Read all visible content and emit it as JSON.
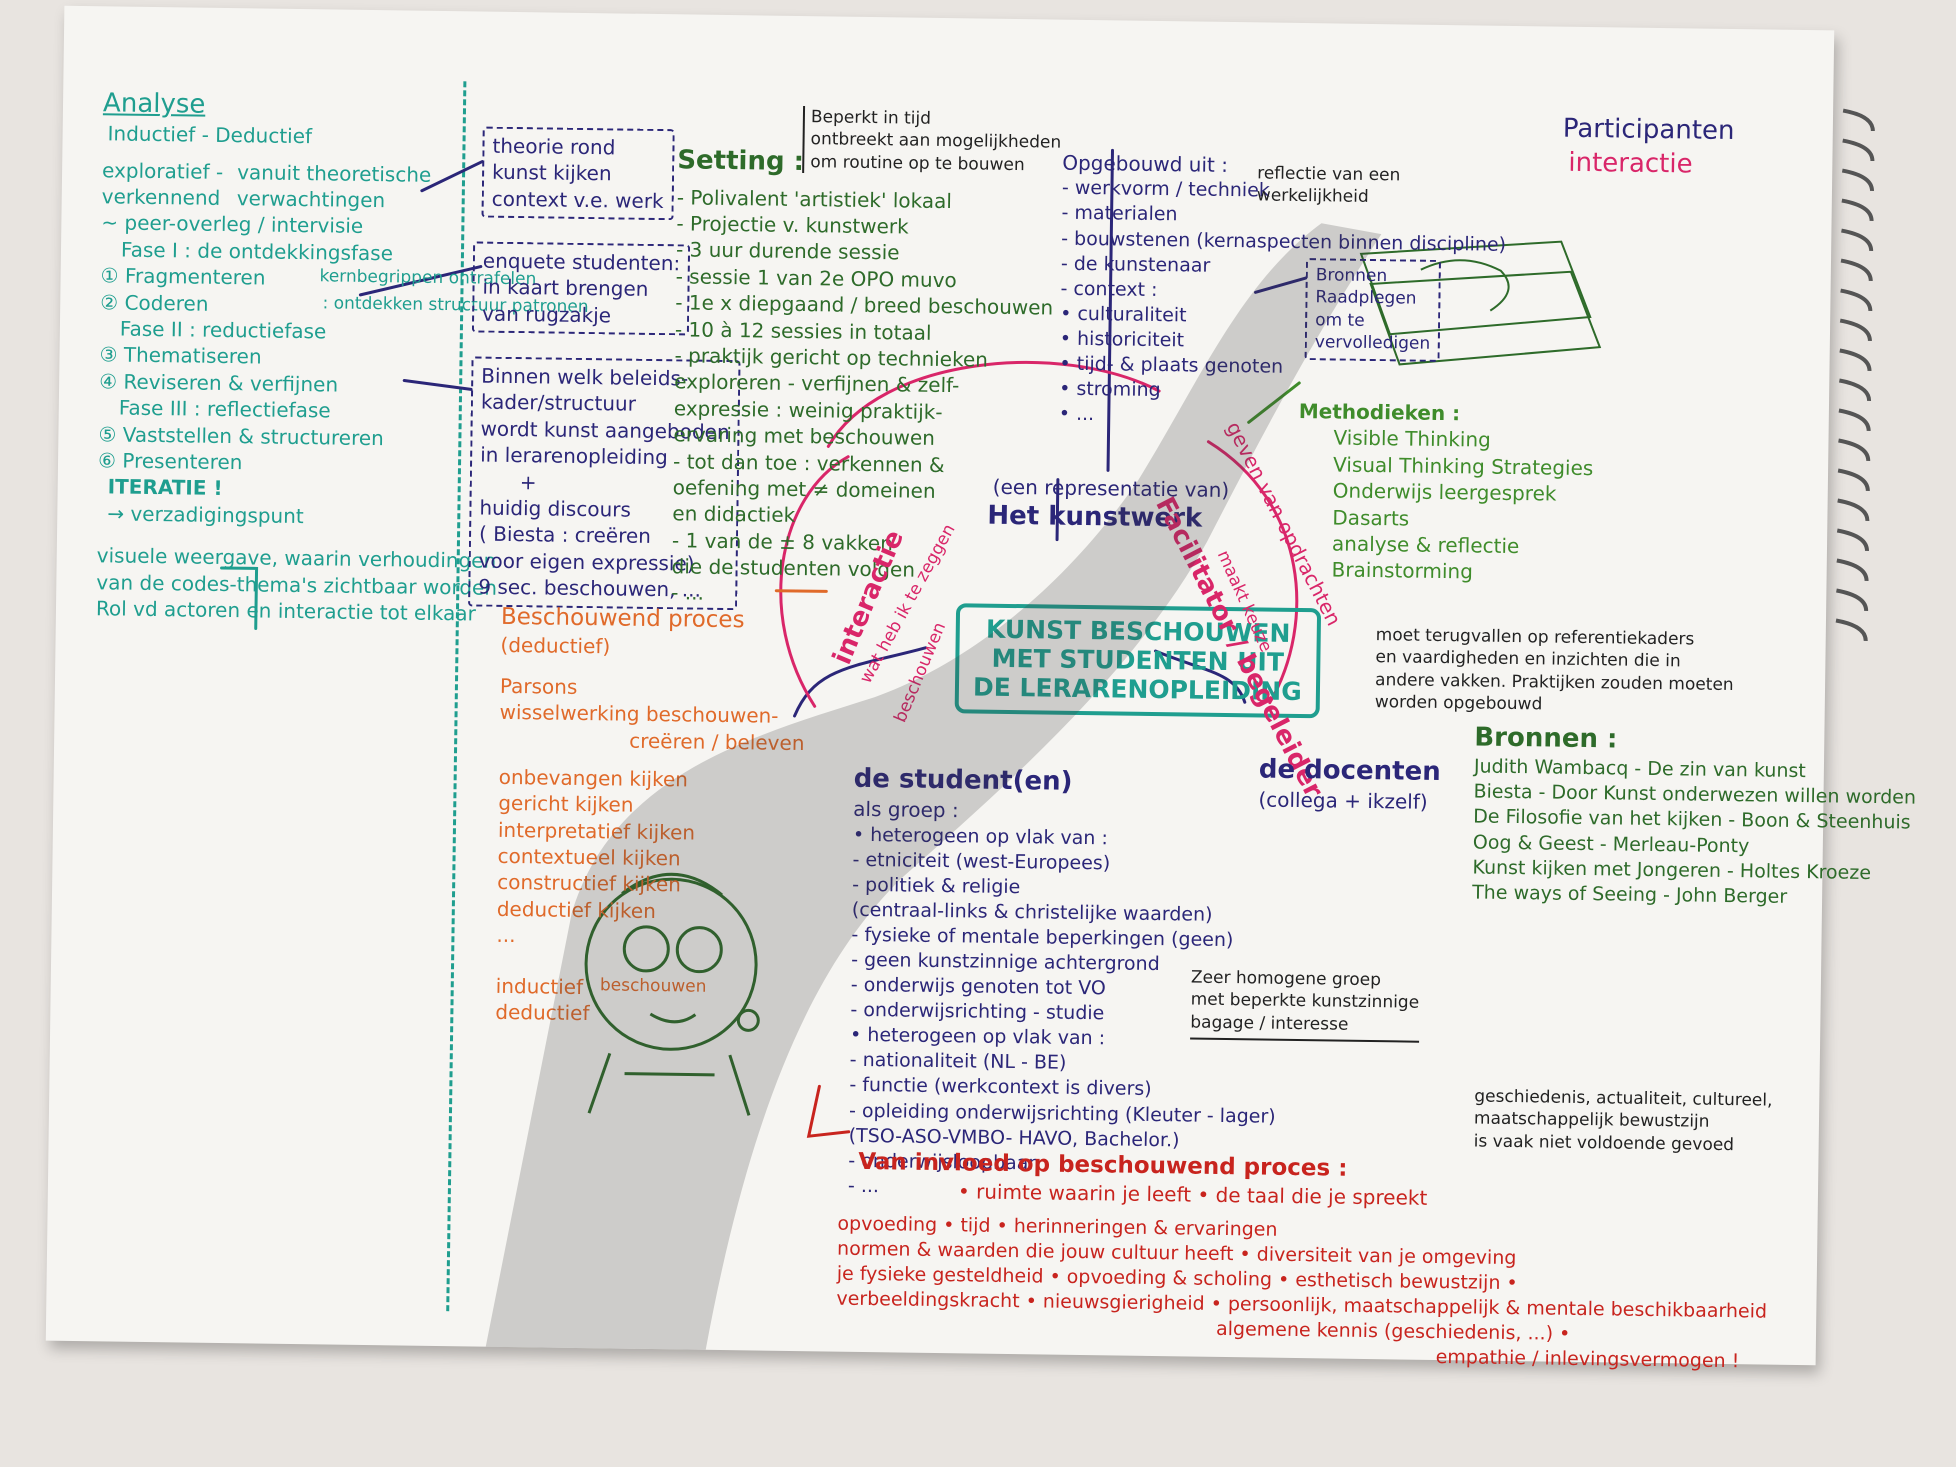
{
  "analyse": {
    "title": "Analyse",
    "row1": "Inductief  -  Deductief",
    "row2a": "exploratief -",
    "row2b": "verkennend",
    "row2c": "vanuit theoretische",
    "row2d": "verwachtingen",
    "peer": "~ peer-overleg / intervisie",
    "fase1": "Fase I : de ontdekkingsfase",
    "step1": "① Fragmenteren",
    "step1note": "kernbegrippen ontrafelen",
    "step2": "② Coderen",
    "step2note": ": ontdekken structuur patronen",
    "fase2": "Fase II : reductiefase",
    "step3": "③ Thematiseren",
    "step4": "④ Reviseren & verfijnen",
    "fase3": "Fase III : reflectiefase",
    "step5": "⑤ Vaststellen & structureren",
    "step6": "⑥ Presenteren",
    "iteratie": "ITERATIE !",
    "verzadiging": "→ verzadigingspunt",
    "visueel1": "visuele weergave, waarin verhoudingen",
    "visueel2": "van de codes-thema's zichtbaar worden",
    "visueel3": "Rol vd actoren en interactie tot elkaar"
  },
  "midleft": {
    "box1a": "theorie rond",
    "box1b": "kunst kijken",
    "box1c": "context v.e. werk",
    "box2a": "enquete studenten:",
    "box2b": "in kaart brengen",
    "box2c": "van rugzakje",
    "box3a": "Binnen welk beleids-",
    "box3b": "kader/structuur",
    "box3c": "wordt kunst aangeboden",
    "box3d": "in lerarenopleiding",
    "plus": "+",
    "box3e": "huidig discours",
    "box3f": "( Biesta : creëren",
    "box3g": "voor eigen expressie)",
    "box3h": "9 sec. beschouwen, ..."
  },
  "setting": {
    "title": "Setting :",
    "note1": "Beperkt in tijd",
    "note2": "ontbreekt aan mogelijkheden",
    "note3": "om routine op te bouwen",
    "items": [
      "- Polivalent 'artistiek' lokaal",
      "- Projectie v. kunstwerk",
      "- 3 uur durende sessie",
      "- sessie 1 van 2e OPO muvo",
      "- 1e x diepgaand / breed beschouwen",
      "- 10 à 12 sessies in totaal",
      "- praktijk gericht op technieken",
      "  exploreren - verfijnen & zelf-",
      "  expressie : weinig praktijk-",
      "  ervaring met beschouwen",
      "- tot dan toe : verkennen &",
      "  oefening met ≠ domeinen",
      "  en didactiek",
      "- 1 van de ± 8 vakken",
      "  die de studenten volgen",
      "- ..."
    ]
  },
  "opgebouwd": {
    "title": "Opgebouwd uit :",
    "reflectie1": "reflectie van een",
    "reflectie2": "werkelijkheid",
    "items": [
      "- werkvorm / techniek",
      "- materialen",
      "- bouwstenen (kernaspecten binnen discipline)",
      "- de kunstenaar",
      "- context :",
      "  • culturaliteit",
      "  • historiciteit",
      "  • tijd- & plaats genoten",
      "  • stroming",
      "  • ..."
    ],
    "bronnen1": "Bronnen",
    "bronnen2": "Raadplegen",
    "bronnen3": "om te",
    "bronnen4": "vervolledigen"
  },
  "participanten": {
    "line1": "Participanten",
    "line2": "interactie"
  },
  "methodieken": {
    "title": "Methodieken :",
    "items": [
      "Visible Thinking",
      "Visual Thinking Strategies",
      "Onderwijs leergesprek",
      "Dasarts",
      "analyse & reflectie",
      "Brainstorming"
    ]
  },
  "terugvallen": {
    "l1": "moet terugvallen op referentiekaders",
    "l2": "en vaardigheden en inzichten die in",
    "l3": "andere vakken. Praktijken zouden moeten",
    "l4": "worden opgebouwd"
  },
  "bronnen": {
    "title": "Bronnen :",
    "items": [
      "Judith Wambacq - De zin van kunst",
      "Biesta - Door Kunst onderwezen willen worden",
      "De Filosofie van het kijken - Boon & Steenhuis",
      "Oog & Geest - Merleau-Ponty",
      "Kunst kijken met Jongeren - Holtes Kroeze",
      "The ways of Seeing - John Berger"
    ]
  },
  "center": {
    "l1": "KUNST BESCHOUWEN",
    "l2": "MET STUDENTEN UIT",
    "l3": "DE LERARENOPLEIDING",
    "repr": "(een representatie van)",
    "kunstwerk": "Het kunstwerk",
    "facilitator": "Facilitator / begeleider",
    "geven": "geven van opdrachten",
    "maakt": "maakt keuze",
    "interactie": "interactie",
    "heeft": "wat heb ik te zeggen",
    "beschouwen": "beschouwen"
  },
  "beschouwend": {
    "title": "Beschouwend proces",
    "sub": "(deductief)",
    "parsons": "Parsons",
    "wissel1": "wisselwerking beschouwen-",
    "wissel2": "creëren / beleven",
    "items": [
      "onbevangen kijken",
      "gericht kijken",
      "interpretatief kijken",
      "contextueel kijken",
      "constructief kijken",
      "deductief kijken",
      "..."
    ],
    "ind1": "inductief",
    "ind2": "deductief",
    "ind3": "beschouwen"
  },
  "student": {
    "title": "de student(en)",
    "als": "als groep :",
    "items": [
      "• heterogeen op vlak van :",
      "  - etniciteit (west-Europees)",
      "  - politiek & religie",
      "    (centraal-links & christelijke waarden)",
      "  - fysieke of mentale beperkingen (geen)",
      "  - geen kunstzinnige achtergrond",
      "  - onderwijs genoten tot VO",
      "  - onderwijsrichting - studie",
      "• heterogeen op vlak van :",
      "  - nationaliteit (NL - BE)",
      "  - functie (werkcontext is divers)",
      "  - opleiding onderwijsrichting (Kleuter - lager)",
      "    (TSO-ASO-VMBO- HAVO, Bachelor.)",
      "  - onderwijsloopbaan",
      "  - ..."
    ],
    "zeer1": "Zeer homogene groep",
    "zeer2": "met beperkte kunstzinnige",
    "zeer3": "bagage / interesse"
  },
  "docenten": {
    "title": "de docenten",
    "sub": "(collega + ikzelf)"
  },
  "geschiedenis": {
    "l1": "geschiedenis, actualiteit, cultureel,",
    "l2": "maatschappelijk bewustzijn",
    "l3": "is vaak niet voldoende gevoed"
  },
  "invloed": {
    "title": "Van invloed op beschouwend proces :",
    "l1": "• ruimte waarin je leeft • de taal die je spreekt",
    "l2": "opvoeding • tijd • herinneringen & ervaringen",
    "l3": "normen & waarden die jouw cultuur heeft • diversiteit van je omgeving",
    "l4": "je fysieke gesteldheid • opvoeding & scholing • esthetisch bewustzijn •",
    "l5": "verbeeldingskracht • nieuwsgierigheid • persoonlijk, maatschappelijk & mentale beschikbaarheid",
    "l6": "algemene kennis (geschiedenis, ...) •",
    "l7": "empathie / inlevingsvermogen !"
  }
}
